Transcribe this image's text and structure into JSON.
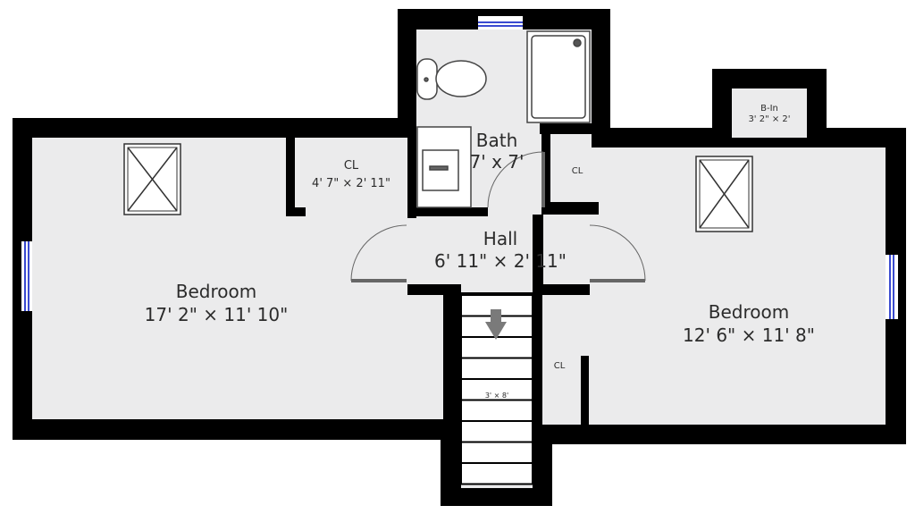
{
  "colors": {
    "wall": "#000000",
    "floor": "#ebebec",
    "window": "#3a4ad0",
    "fixture": "#ffffff",
    "arrow": "#7a7a7a"
  },
  "rooms": {
    "bedroom_left": {
      "name": "Bedroom",
      "dims": "17' 2\" × 11' 10\""
    },
    "bedroom_right": {
      "name": "Bedroom",
      "dims": "12' 6\" × 11' 8\""
    },
    "bath": {
      "name": "Bath",
      "dims": "7' x 7'"
    },
    "hall": {
      "name": "Hall",
      "dims": "6' 11\" × 2' 11\""
    },
    "closet_top": {
      "name": "CL",
      "dims": "4' 7\" × 2' 11\""
    },
    "closet_bath": {
      "name": "CL"
    },
    "closet_right": {
      "name": "CL"
    },
    "built_in": {
      "name": "B-In",
      "dims": "3' 2\" × 2'"
    },
    "stairs": {
      "dims": "3' × 8'"
    }
  },
  "icons": {
    "skylight": "skylight-icon",
    "toilet": "toilet-icon",
    "shower": "shower-icon",
    "sink": "sink-icon",
    "arrow": "stair-down-arrow-icon"
  }
}
